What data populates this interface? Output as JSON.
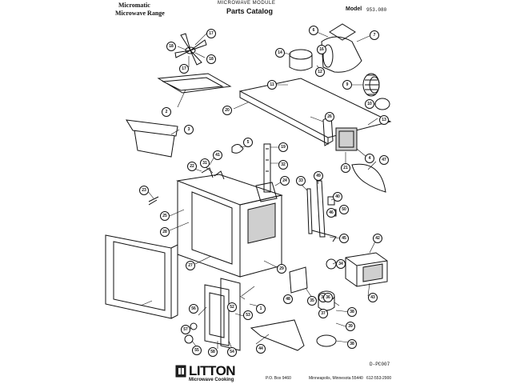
{
  "header": {
    "brand_line1": "Micromatic",
    "brand_line2": "Microwave Range",
    "module": "MICROWAVE MODULE",
    "catalog": "Parts Catalog",
    "model_label": "Model",
    "model_value": "953.080"
  },
  "footer": {
    "brand": "LITTON",
    "tagline": "Microwave Cooking",
    "po_box": "P.O. Box 9460",
    "city": "Minneapolis, Minnesota 55440",
    "phone": "612-553-2900",
    "page_code": "D-PC007"
  },
  "callouts": [
    "17",
    "18",
    "17",
    "18",
    "14",
    "6",
    "7",
    "16",
    "12",
    "9",
    "10",
    "11",
    "2",
    "20",
    "26",
    "13",
    "3",
    "21",
    "4",
    "5",
    "19",
    "32",
    "33",
    "49",
    "47",
    "41",
    "22",
    "24",
    "31",
    "23",
    "25",
    "28",
    "27",
    "29",
    "40",
    "45",
    "46",
    "42",
    "30",
    "34",
    "43",
    "50",
    "35",
    "44",
    "38",
    "37",
    "39",
    "48",
    "38",
    "36",
    "57",
    "58",
    "55",
    "54",
    "53",
    "56",
    "52",
    "1"
  ]
}
